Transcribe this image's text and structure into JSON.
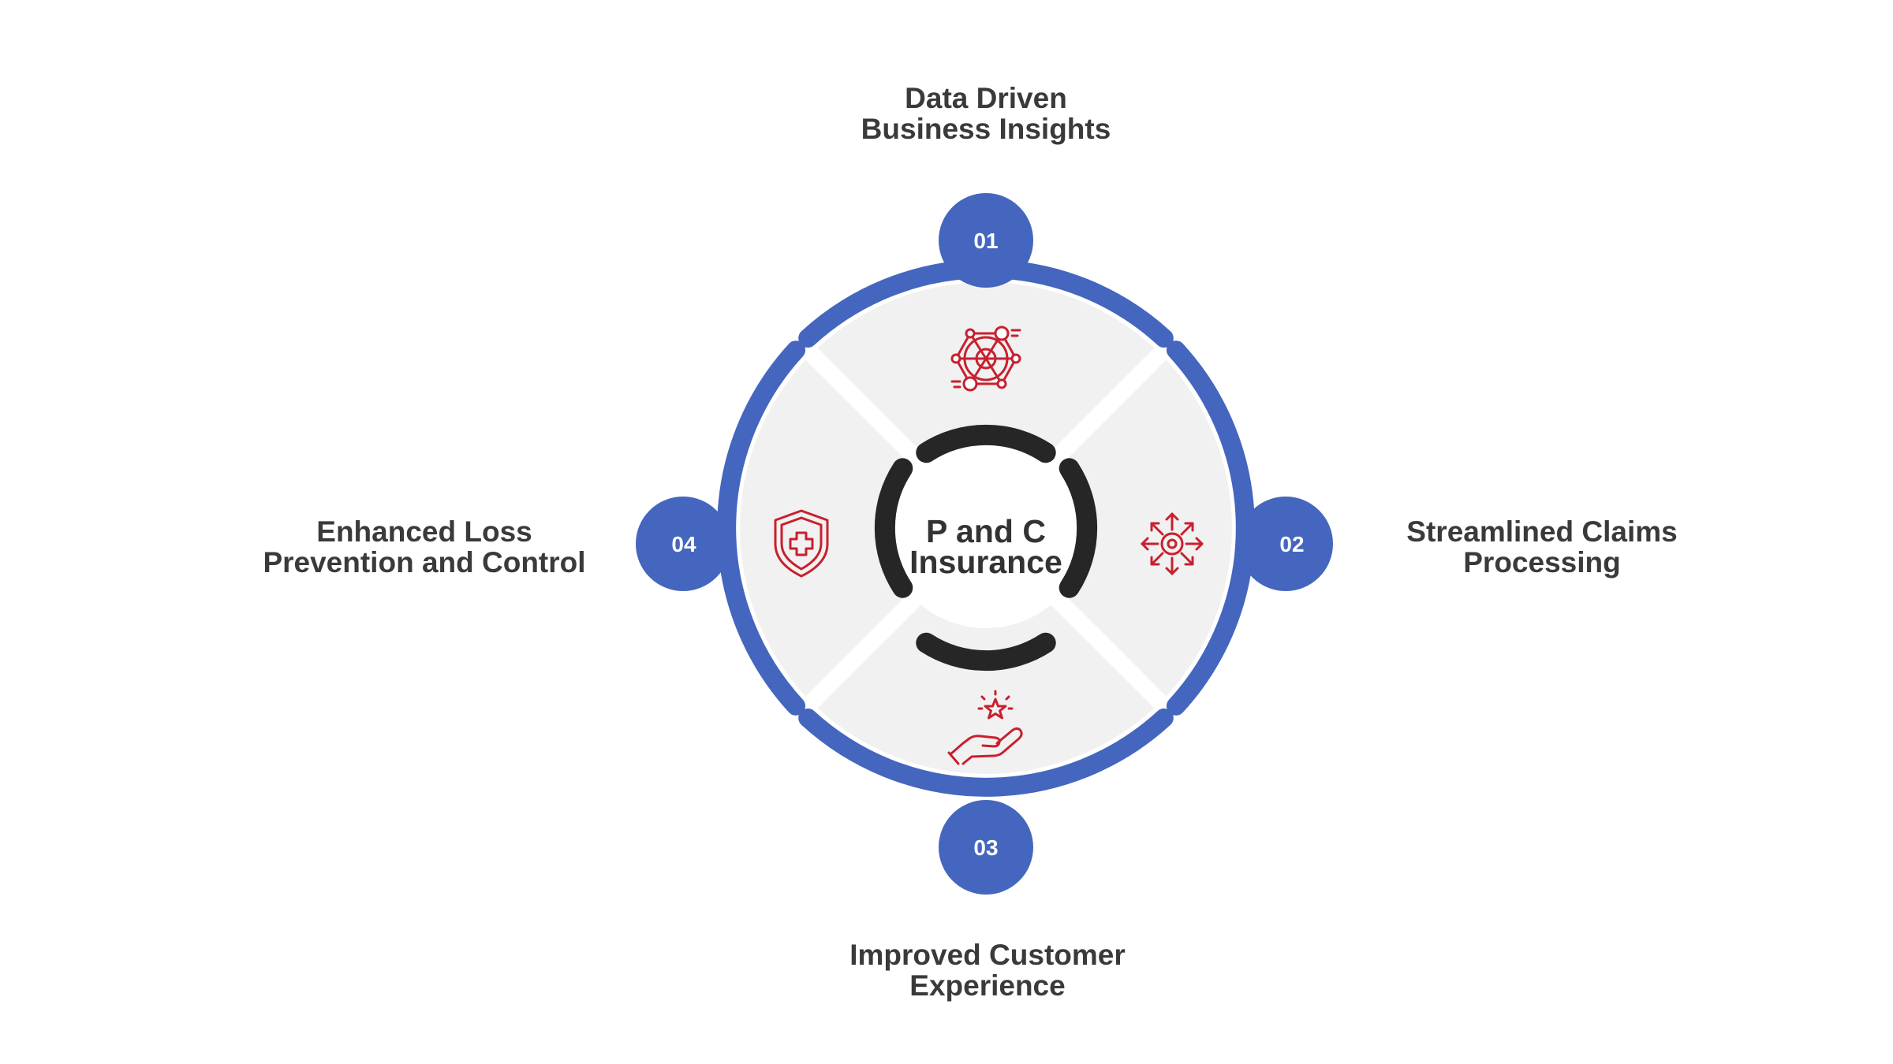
{
  "center": {
    "line1": "P and C",
    "line2": "Insurance"
  },
  "items": [
    {
      "number": "01",
      "title_line1": "Data Driven",
      "title_line2": "Business Insights",
      "icon": "network-hexagon-icon"
    },
    {
      "number": "02",
      "title_line1": "Streamlined Claims",
      "title_line2": "Processing",
      "icon": "gear-arrows-icon"
    },
    {
      "number": "03",
      "title_line1": "Improved Customer",
      "title_line2": "Experience",
      "icon": "hand-star-icon"
    },
    {
      "number": "04",
      "title_line1": "Enhanced Loss",
      "title_line2": "Prevention and Control",
      "icon": "shield-cross-icon"
    }
  ],
  "colors": {
    "ring_blue": "#4466bf",
    "segment_fill": "#f1f1f1",
    "inner_arc": "#262626",
    "icon_red": "#c8202e",
    "text_dark": "#3a3a3a"
  }
}
